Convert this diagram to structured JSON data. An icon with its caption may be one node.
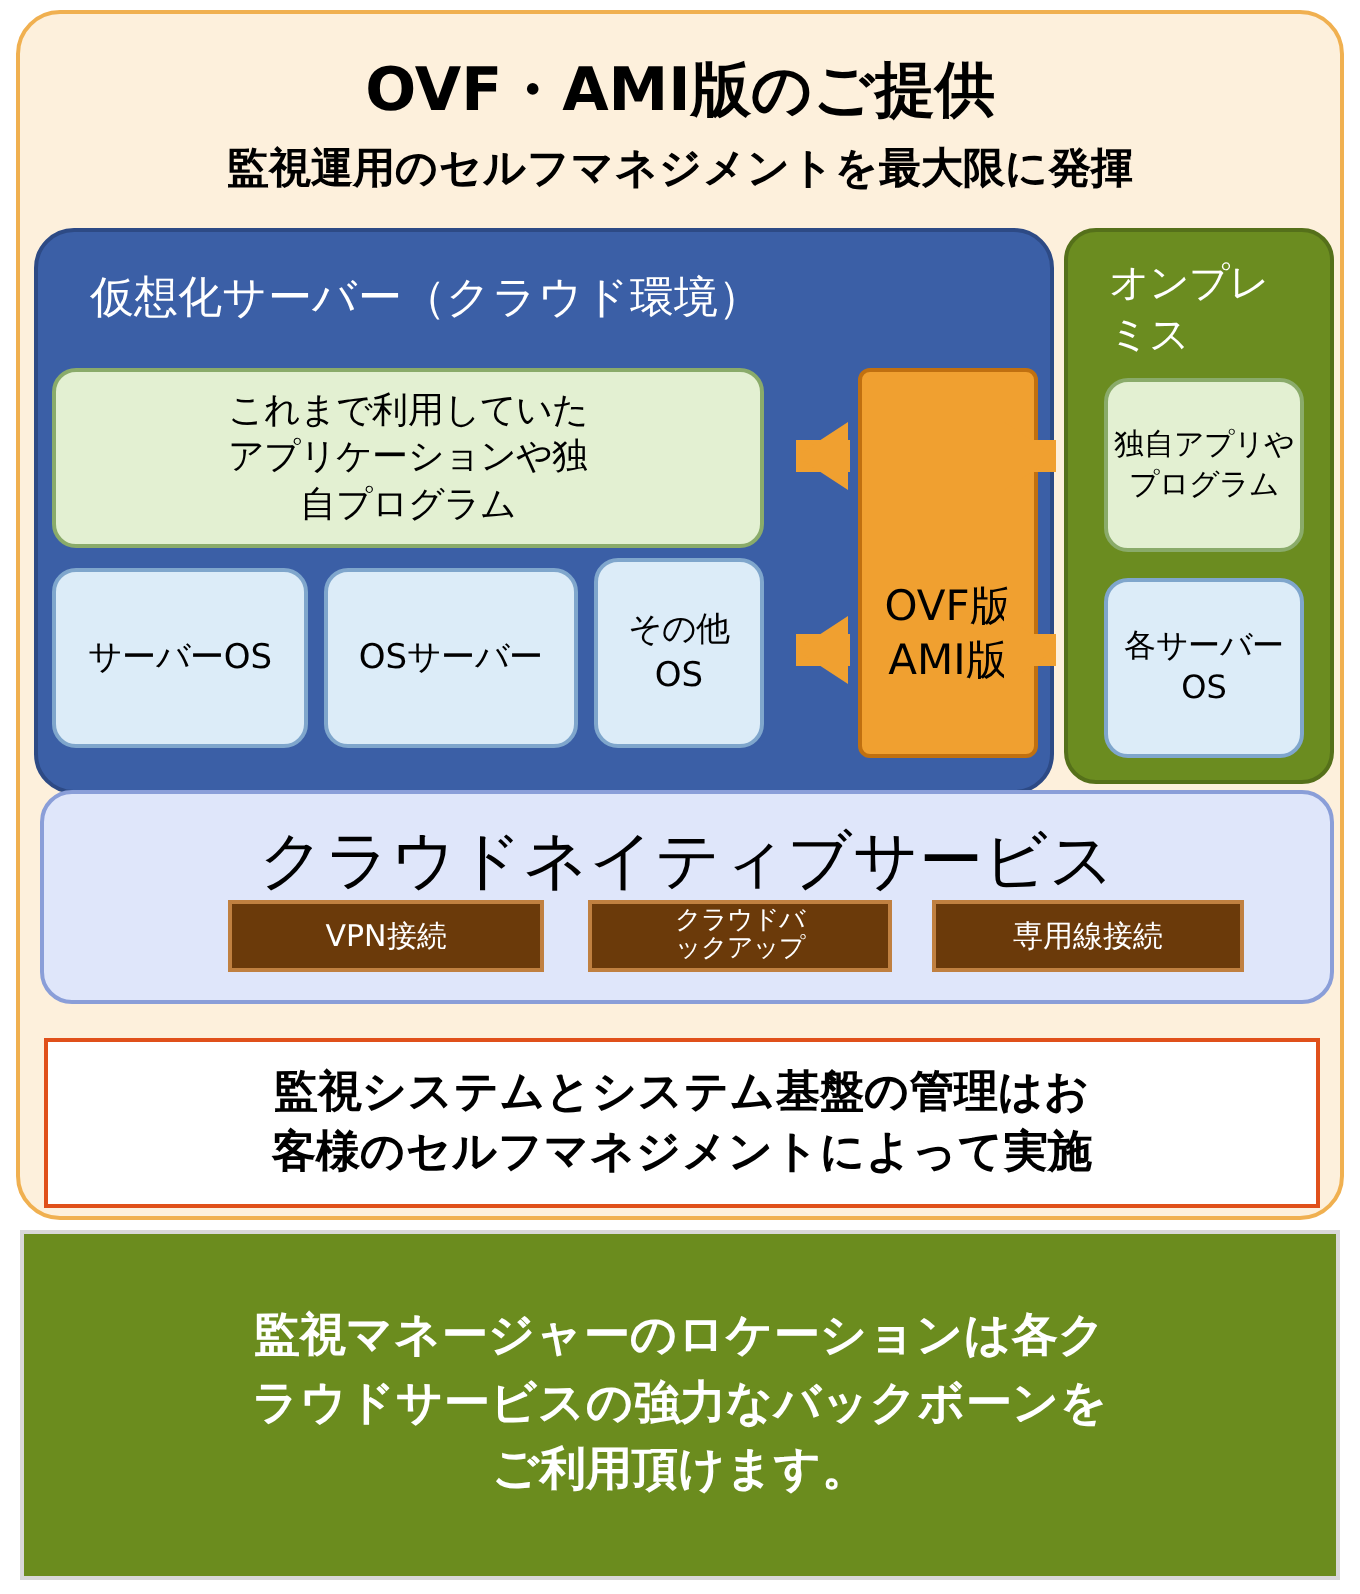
{
  "diagram": {
    "nodes": [
      {
        "text": [
          "OVF・AMI版のご提供",
          "監視運用のセルフマネジメントを最大限に発揮"
        ]
      },
      {
        "text": [
          "仮想化サーバー（クラウド環境）"
        ],
        "in": 0
      },
      {
        "text": [
          "これまで利用していたアプリケーションや独自プログラム"
        ],
        "in": 1
      },
      {
        "text": [
          "サーバーOS"
        ],
        "in": 1
      },
      {
        "text": [
          "OSサーバー"
        ],
        "in": 1
      },
      {
        "text": [
          "その他OS"
        ],
        "in": 1
      },
      {
        "text": [
          "OVF版AMI版"
        ],
        "in": 1
      },
      {
        "text": [
          "オンプレミス"
        ],
        "in": 0
      },
      {
        "text": [
          "独自アプリやプログラム"
        ],
        "in": 7
      },
      {
        "text": [
          "各サーバーOS"
        ],
        "in": 7
      },
      {
        "text": [
          "クラウドネイティブサービス"
        ],
        "in": 0
      },
      {
        "text": [
          "VPN接続"
        ],
        "in": 10
      },
      {
        "text": [
          "クラウドバックアップ"
        ],
        "in": 10
      },
      {
        "text": [
          "専用線接続"
        ],
        "in": 10
      },
      {
        "text": [
          "監視システムとシステム基盤の管理はお客様のセルフマネジメントによって実施"
        ],
        "in": 0
      },
      {
        "text": [
          "監視マネージャーのロケーションは各クラウドサービスの強力なバックボーンをご利用頂けます。"
        ]
      }
    ],
    "edges": [
      {
        "from": 6,
        "to": 2,
        "arrow": "to"
      },
      {
        "from": 6,
        "to": 8,
        "arrow": "to"
      },
      {
        "from": 6,
        "to": 5,
        "arrow": "to"
      },
      {
        "from": 6,
        "to": 9,
        "arrow": "to"
      }
    ]
  }
}
